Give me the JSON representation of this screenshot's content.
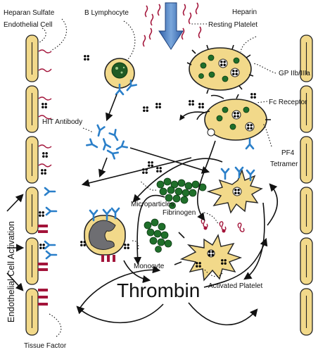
{
  "labels": {
    "heparan_sulfate": "Heparan Sulfate",
    "endothelial_cell": "Endothelial Cell",
    "b_lymphocyte": "B Lymphocyte",
    "heparin": "Heparin",
    "resting_platelet": "Resting Platelet",
    "gp_iib_iiia": "GP IIb/IIIa",
    "hit_antibody": "HIT Antibody",
    "fc_receptor": "Fc Receptor",
    "pf4_line1": "PF4",
    "pf4_line2": "Tetramer",
    "microparticles": "Microparticles",
    "fibrinogen": "Fibrinogen",
    "monocyte": "Monocyte",
    "thrombin": "Thrombin",
    "activated_platelet": "Activated Platelet",
    "endothelial_cell_activation": "Endothelial Cell Activation",
    "tissue_factor": "Tissue Factor"
  },
  "colors": {
    "cell_fill": "#f2d98a",
    "heparin_red": "#a3143a",
    "antibody_blue": "#2a7fc9",
    "granule_green": "#1f6f2a",
    "heparin_arrow": "#4a7fc0"
  }
}
